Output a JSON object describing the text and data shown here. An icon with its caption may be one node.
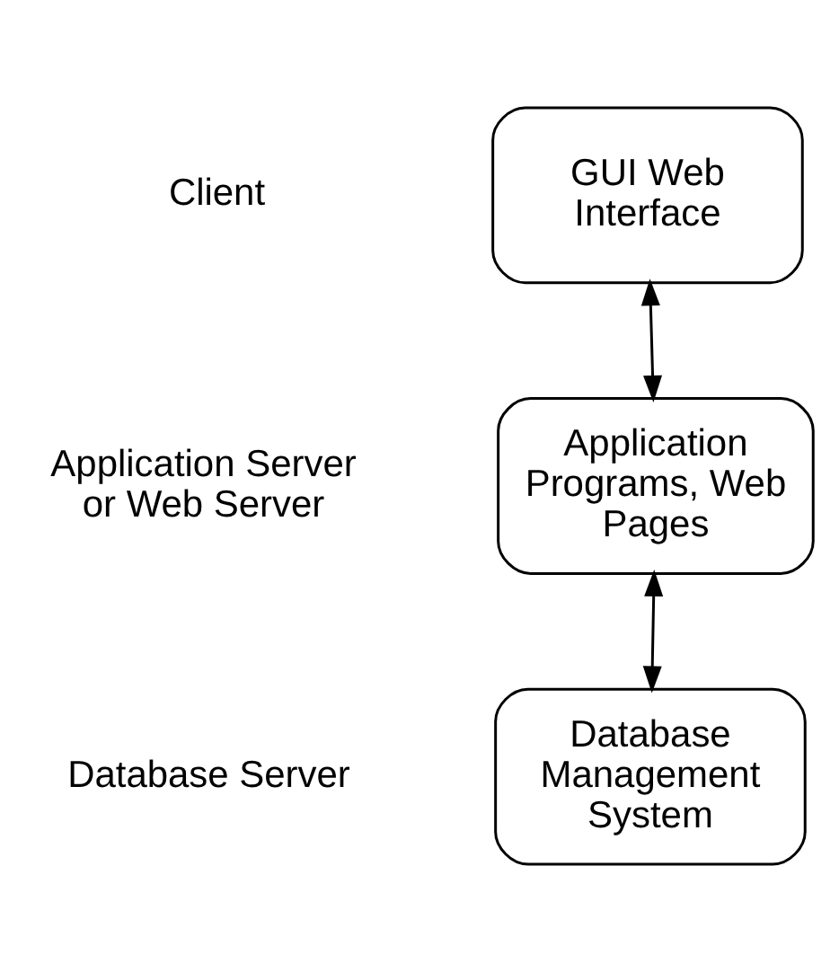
{
  "diagram": {
    "nodes": [
      {
        "text": [
          "GUI Web Interface"
        ]
      },
      {
        "text": [
          "Application Programs, Web Pages"
        ]
      },
      {
        "text": [
          "Database Management System"
        ]
      }
    ],
    "edges": [
      {
        "from": 0,
        "to": 1,
        "arrow": "both"
      },
      {
        "from": 1,
        "to": 2,
        "arrow": "both"
      }
    ],
    "labels": [
      "Client",
      "Application Server or Web Server",
      "Database Server"
    ]
  }
}
